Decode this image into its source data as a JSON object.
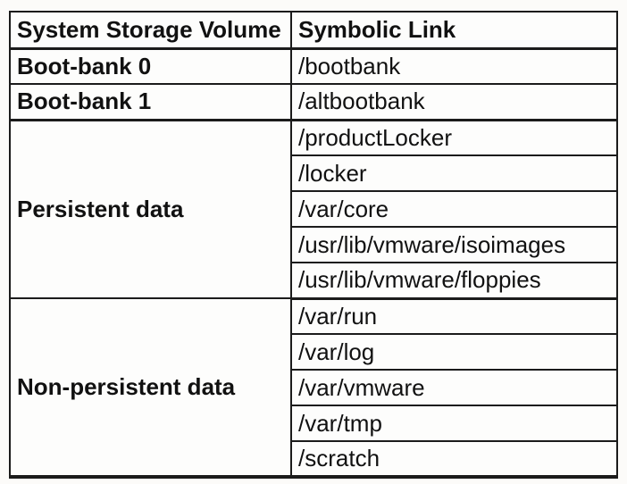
{
  "table": {
    "columns": [
      {
        "label": "System Storage Volume"
      },
      {
        "label": "Symbolic Link"
      }
    ],
    "groups": [
      {
        "volume": "Boot-bank 0",
        "links": [
          "/bootbank"
        ]
      },
      {
        "volume": "Boot-bank 1",
        "links": [
          "/altbootbank"
        ]
      },
      {
        "volume": "Persistent data",
        "links": [
          "/productLocker",
          "/locker",
          "/var/core",
          "/usr/lib/vmware/isoimages",
          "/usr/lib/vmware/floppies"
        ]
      },
      {
        "volume": "Non-persistent data",
        "links": [
          "/var/run",
          "/var/log",
          "/var/vmware",
          "/var/tmp",
          "/scratch"
        ]
      }
    ]
  },
  "colors": {
    "border": "#1b1b1b",
    "cell_background": "#fdfdfc",
    "page_background": "#fcfbf9",
    "text": "#111111"
  }
}
